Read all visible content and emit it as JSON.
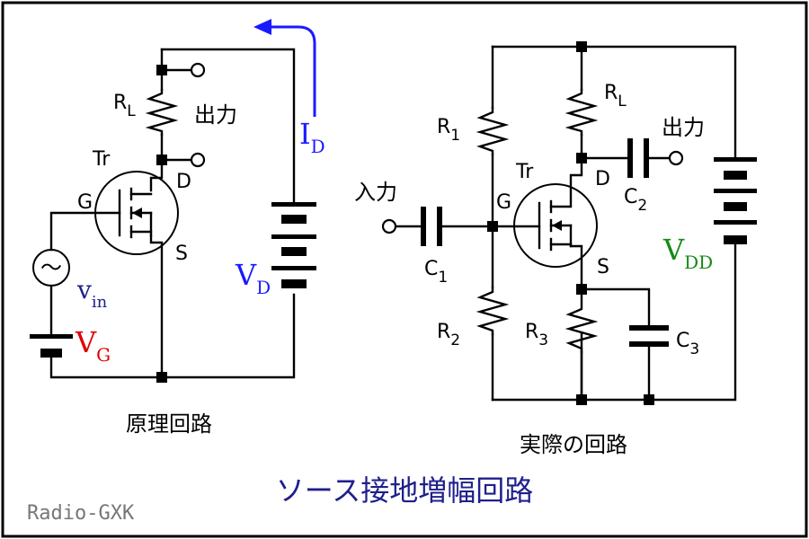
{
  "title": "ソース接地増幅回路",
  "watermark": "Radio-GXK",
  "colors": {
    "border": "#000000",
    "blue": "#1a1aff",
    "red": "#e00000",
    "green": "#168a16",
    "title": "#1f1f8c"
  },
  "left": {
    "caption": "原理回路",
    "rl": {
      "main": "R",
      "sub": "L"
    },
    "output": "出力",
    "tr": "Tr",
    "gate": "G",
    "drain": "D",
    "source": "S",
    "vin": {
      "main": "v",
      "sub": "in"
    },
    "vg": {
      "main": "V",
      "sub": "G"
    },
    "vd": {
      "main": "V",
      "sub": "D"
    },
    "id": {
      "main": "I",
      "sub": "D"
    },
    "ac_symbol": "〜"
  },
  "right": {
    "caption": "実際の回路",
    "r1": {
      "main": "R",
      "sub": "1"
    },
    "r2": {
      "main": "R",
      "sub": "2"
    },
    "r3": {
      "main": "R",
      "sub": "3"
    },
    "rl": {
      "main": "R",
      "sub": "L"
    },
    "c1": {
      "main": "C",
      "sub": "1"
    },
    "c2": {
      "main": "C",
      "sub": "2"
    },
    "c3": {
      "main": "C",
      "sub": "3"
    },
    "input": "入力",
    "output": "出力",
    "tr": "Tr",
    "gate": "G",
    "drain": "D",
    "source": "S",
    "vdd": {
      "main": "V",
      "sub": "DD"
    }
  }
}
